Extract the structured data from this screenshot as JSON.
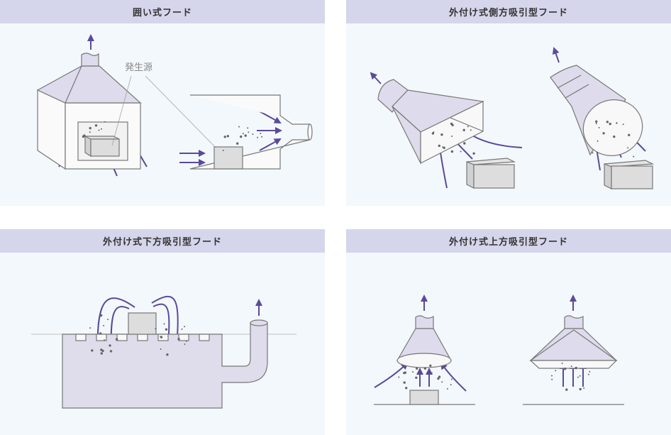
{
  "panels": [
    {
      "title": "囲い式フード",
      "label": "発生源"
    },
    {
      "title": "外付け式側方吸引型フード"
    },
    {
      "title": "外付け式下方吸引型フード"
    },
    {
      "title": "外付け式上方吸引型フード"
    }
  ],
  "colors": {
    "header": "#d5d5eb",
    "background": "#f3f8fc",
    "arrow": "#5a4a9a",
    "hood": "#dedbec",
    "source": "#dcdddc"
  }
}
